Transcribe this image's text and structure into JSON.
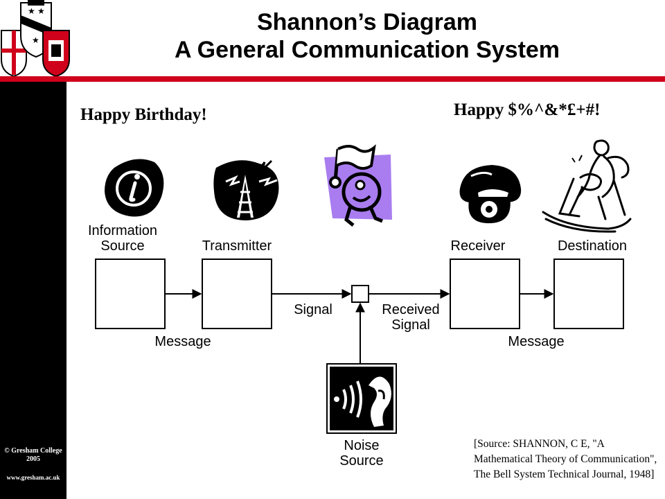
{
  "title": {
    "line1": "Shannon’s Diagram",
    "line2": "A General Communication System"
  },
  "footer": {
    "copyright": "© Gresham College 2005",
    "url": "www.gresham.ac.uk"
  },
  "messages": {
    "sent": "Happy Birthday!",
    "received": "Happy $%^&*£+#!"
  },
  "diagram": {
    "labels": {
      "information_source": [
        "Information",
        "Source"
      ],
      "transmitter": "Transmitter",
      "receiver": "Receiver",
      "destination": "Destination",
      "signal": "Signal",
      "received_signal": [
        "Received",
        "Signal"
      ],
      "message_left": "Message",
      "message_right": "Message",
      "noise_source": [
        "Noise",
        "Source"
      ]
    }
  },
  "source_citation": "[Source: SHANNON, C E, \"A Mathematical Theory of Communication\", The Bell System Technical Journal, 1948]",
  "colors": {
    "accent_red": "#d0021b",
    "sidebar": "#000000",
    "flag_purple": "#a97df0"
  },
  "icons": [
    "crest-icon",
    "information-icon",
    "transmitter-tower-icon",
    "flag-person-icon",
    "telephone-icon",
    "rocking-chair-woman-icon",
    "ear-sound-icon"
  ]
}
